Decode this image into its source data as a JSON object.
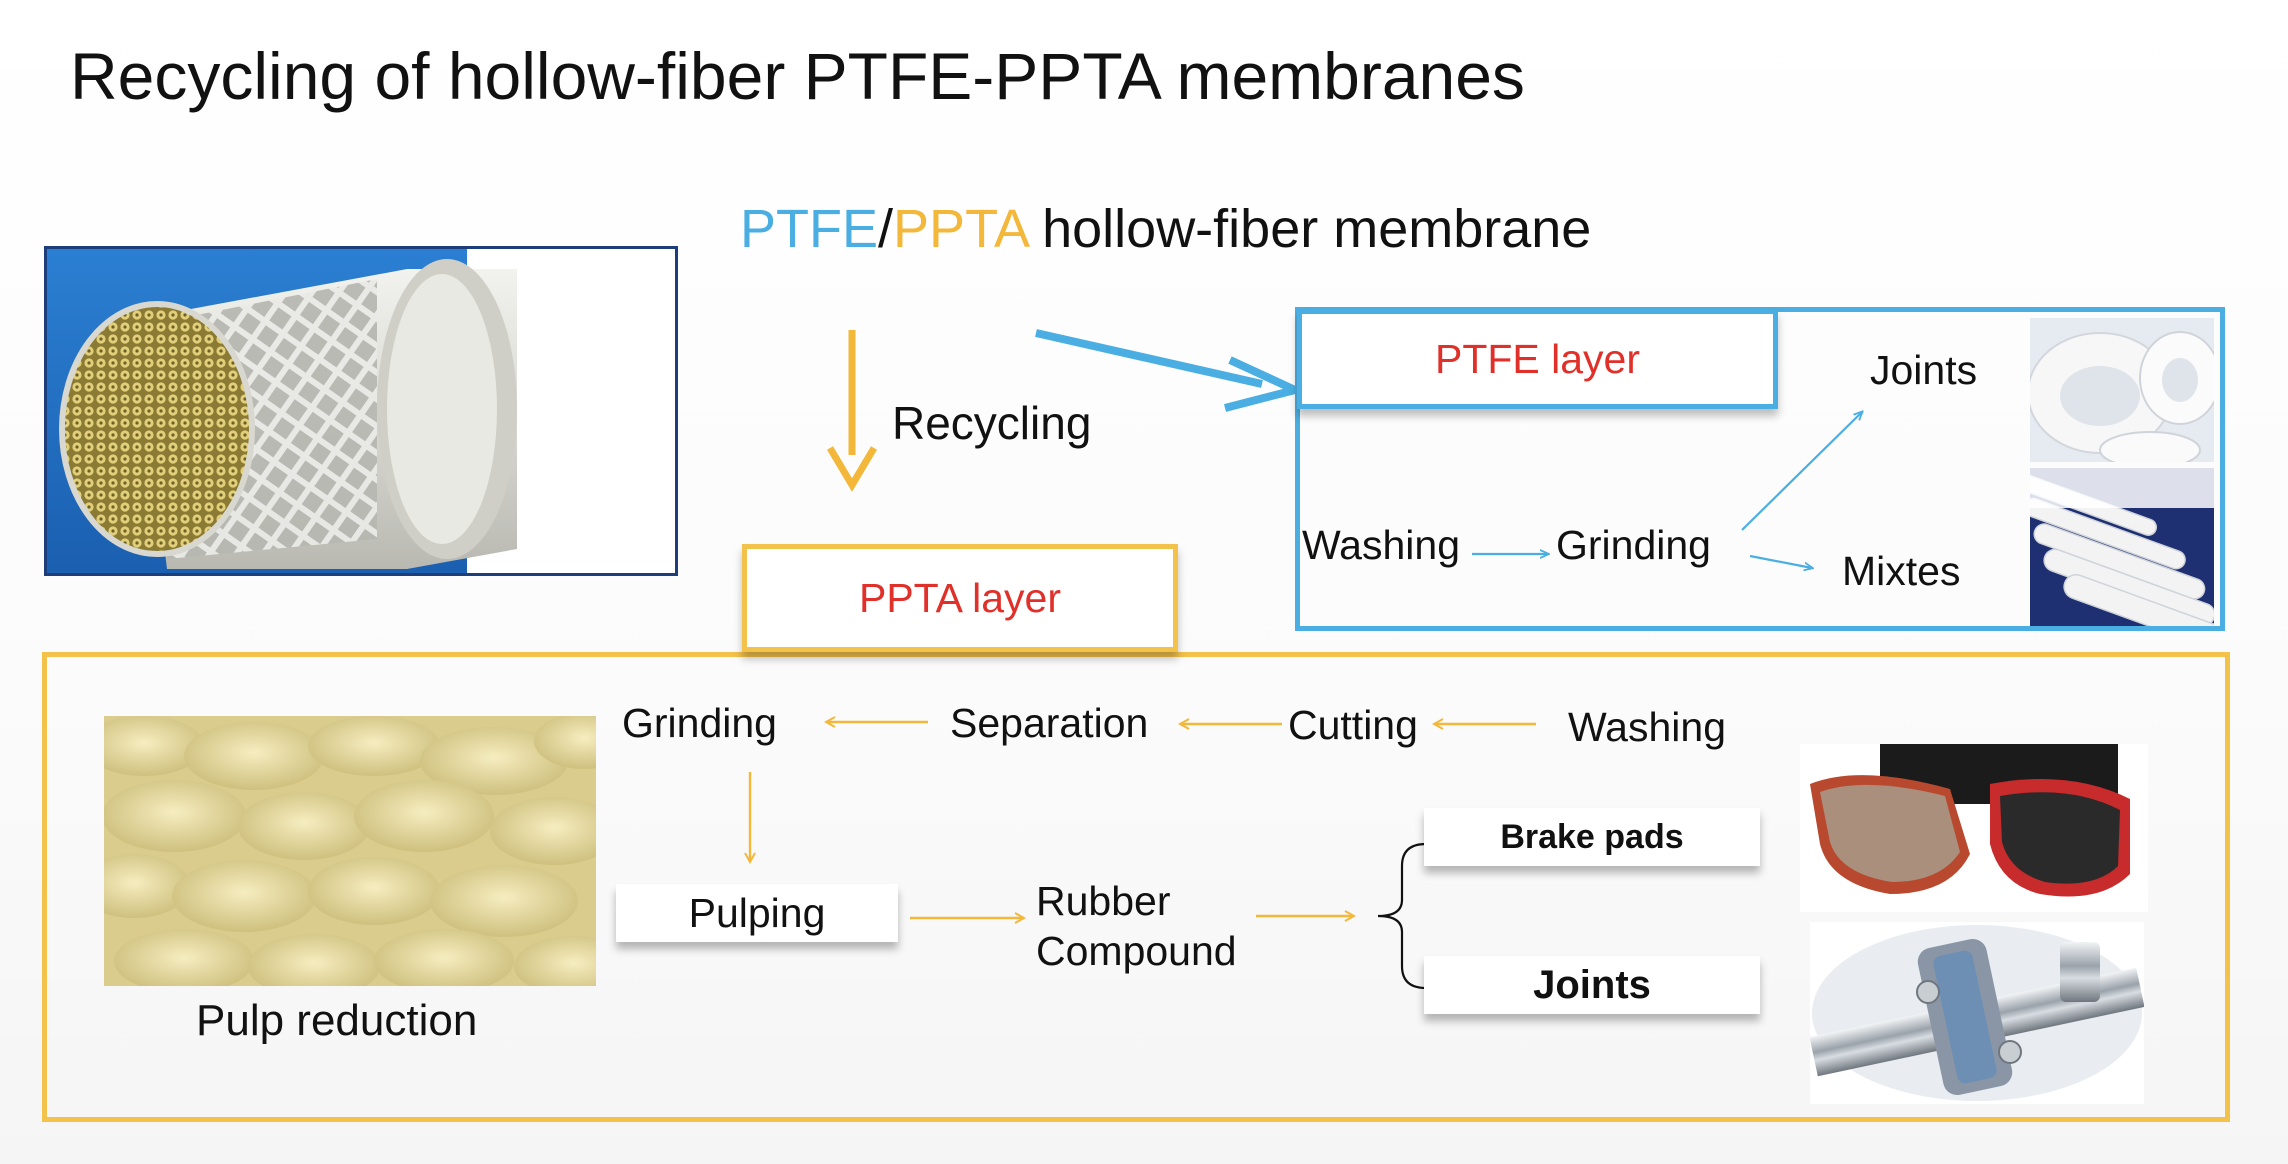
{
  "slide": {
    "title": "Recycling of hollow-fiber PTFE-PPTA membranes"
  },
  "membrane": {
    "ptfe": "PTFE",
    "slash": "/",
    "ppta": "PPTA",
    "rest": " hollow-fiber membrane"
  },
  "recycling_label": "Recycling",
  "ptfe_branch": {
    "layer_label": "PTFE layer",
    "washing": "Washing",
    "grinding": "Grinding",
    "joints": "Joints",
    "mixtes": "Mixtes"
  },
  "ppta_branch": {
    "layer_label": "PPTA layer",
    "grinding": "Grinding",
    "separation": "Separation",
    "cutting": "Cutting",
    "washing": "Washing",
    "pulping": "Pulping",
    "rubber_compound_1": "Rubber",
    "rubber_compound_2": "Compound",
    "brake_pads": "Brake pads",
    "joints": "Joints",
    "pulp_reduction": "Pulp reduction"
  },
  "colors": {
    "ptfe_blue": "#4aaee2",
    "ppta_orange": "#f3b73a",
    "layer_red": "#e0302a",
    "module_border": "#1d3e7a"
  },
  "images": {
    "membrane_module": "hollow-fiber-module-photo",
    "ptfe_rings": "ptfe-rings-photo",
    "ptfe_rods": "ptfe-rods-photo",
    "pulp": "pulp-photo",
    "brake_pads": "brake-pads-photo",
    "pipe_joint": "pipe-joint-photo"
  }
}
